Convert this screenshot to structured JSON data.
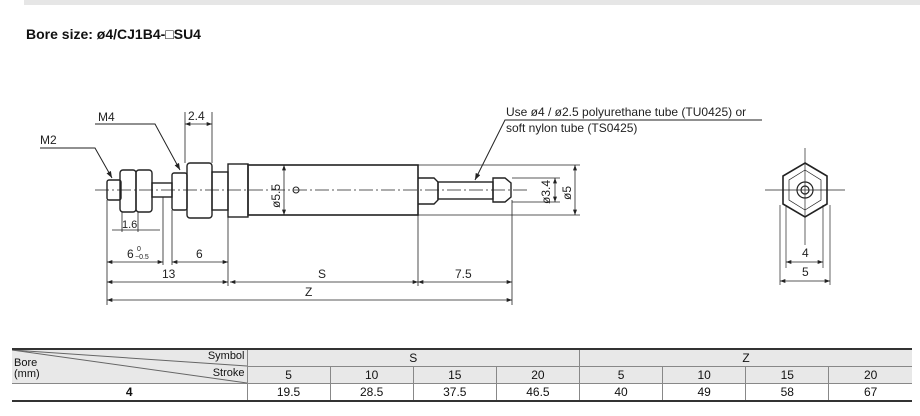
{
  "title": "Bore size: ø4/CJ1B4-□SU4",
  "drawing": {
    "labels": {
      "m2": "M2",
      "m4": "M4",
      "d24": "2.4",
      "d16": "1.6",
      "d6tol": "6",
      "tol_upper": "0",
      "tol_lower": "−0.5",
      "d6": "6",
      "d13": "13",
      "s": "S",
      "d75": "7.5",
      "z": "Z",
      "d55": "ø5.5",
      "d34": "ø3.4",
      "d5": "ø5",
      "end4": "4",
      "end5": "5"
    },
    "note_line1": "Use ø4 / ø2.5 polyurethane tube (TU0425) or",
    "note_line2": "soft nylon tube (TS0425)"
  },
  "table": {
    "bore_label": "Bore",
    "bore_unit": "(mm)",
    "symbol_label": "Symbol",
    "stroke_label": "Stroke",
    "groups": [
      "S",
      "Z"
    ],
    "strokes": [
      "5",
      "10",
      "15",
      "20",
      "5",
      "10",
      "15",
      "20"
    ],
    "rows": [
      {
        "bore": "4",
        "values": [
          "19.5",
          "28.5",
          "37.5",
          "46.5",
          "40",
          "49",
          "58",
          "67"
        ]
      }
    ]
  }
}
